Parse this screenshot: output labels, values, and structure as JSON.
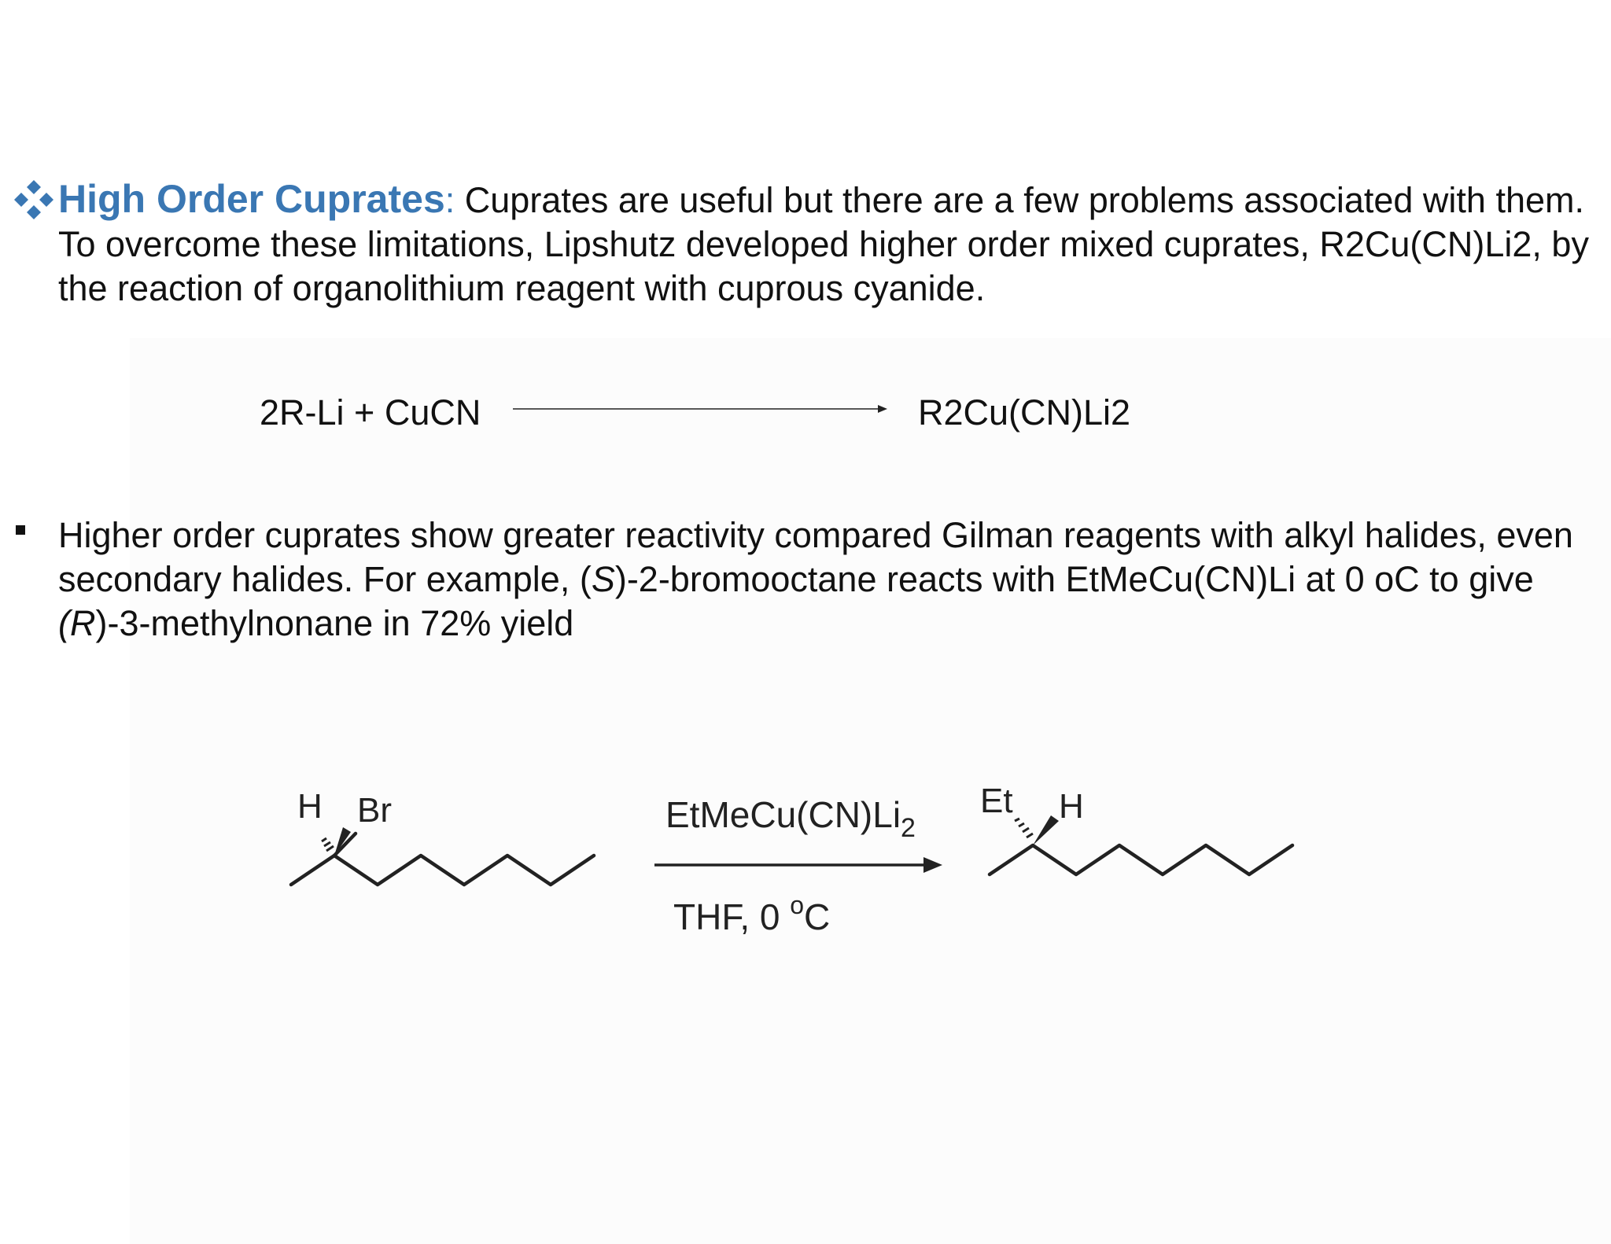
{
  "section1": {
    "heading": "High Order Cuprates",
    "colon": ":",
    "text": " Cuprates are useful but there are a few problems associated with them. To overcome these limitations, Lipshutz developed higher order mixed cuprates, R2Cu(CN)Li2, by the reaction of organolithium reagent with cuprous cyanide."
  },
  "equation1": {
    "reactants": "2R-Li  +  CuCN",
    "product": "R2Cu(CN)Li2"
  },
  "section2": {
    "text_a": "Higher order cuprates show greater reactivity compared Gilman reagents with alkyl halides, even secondary halides. For example, (",
    "italic_s": "S",
    "text_b": ")-2-bromooctane reacts with EtMeCu(CN)Li at 0 oC to give ",
    "italic_r": "(R",
    "text_c": ")-3-methylnonane in 72% yield"
  },
  "scheme": {
    "reactant_h": "H",
    "reactant_br": "Br",
    "reagent_main": "EtMeCu(CN)Li",
    "reagent_sub": "2",
    "conditions_main": "THF, 0 ",
    "conditions_sup": "o",
    "conditions_end": "C",
    "product_et": "Et",
    "product_h": "H"
  },
  "colors": {
    "heading": "#3a77b3",
    "text": "#111111"
  }
}
